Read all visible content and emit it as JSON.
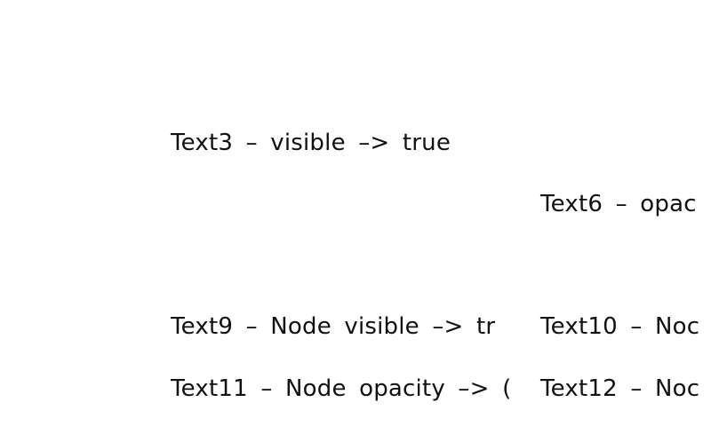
{
  "labels": {
    "text3": "Text3 – visible –> true",
    "text6": "Text6 – opac",
    "text9": "Text9 – Node visible –> tr",
    "text10": "Text10 – Noc",
    "text11": "Text11 – Node opacity –> (",
    "text12": "Text12 – Noc"
  }
}
